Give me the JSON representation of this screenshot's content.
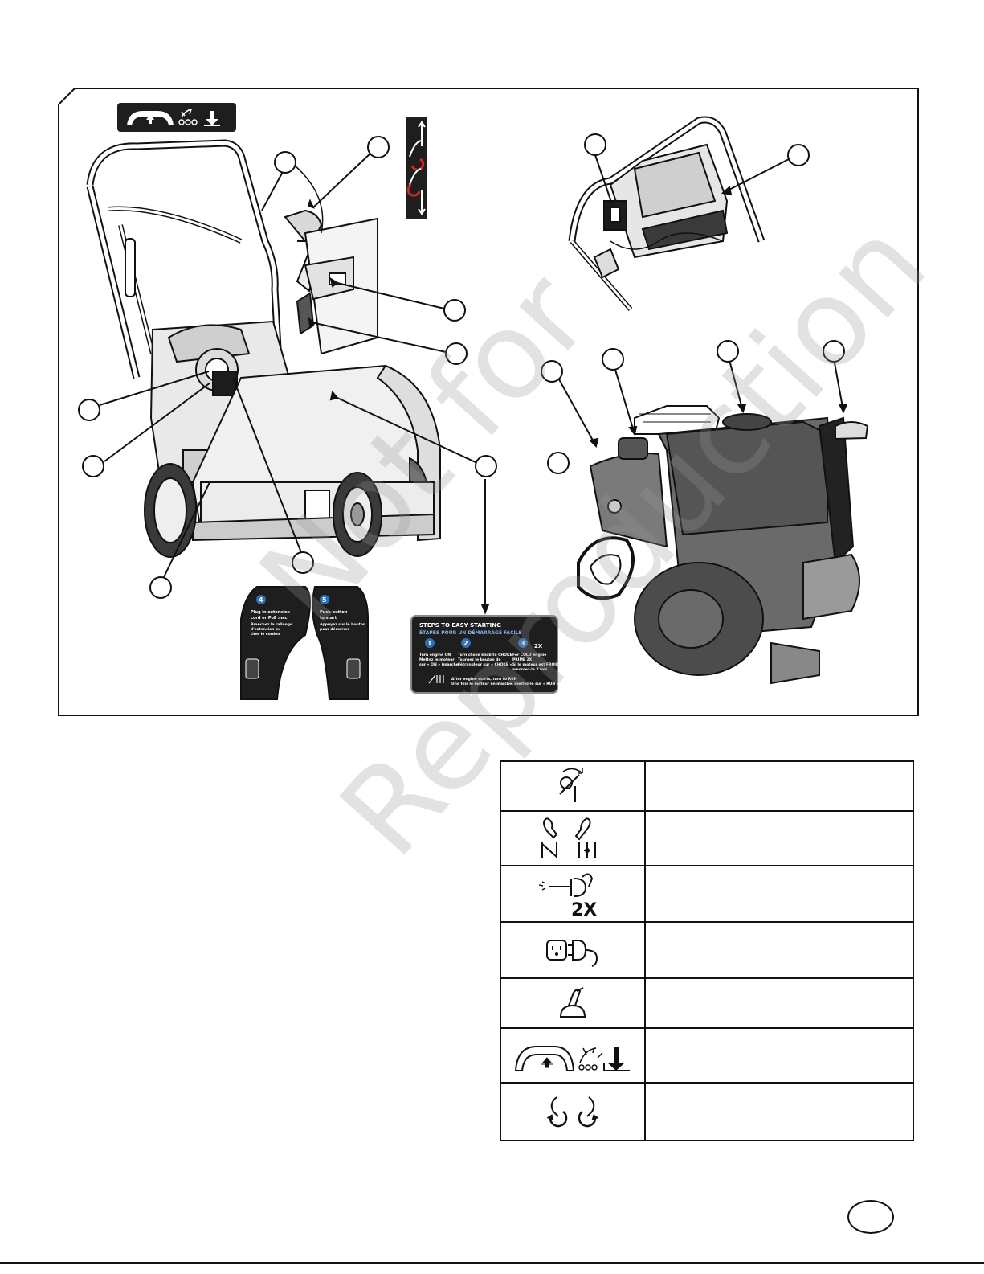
{
  "watermark": {
    "line1": "Not for",
    "line2": "Reproduction"
  },
  "start_label": {
    "title": "STEPS TO EASY STARTING",
    "title_fr": "ÉTAPES POUR UN DÉMARRAGE FACILE",
    "step1_num": "1",
    "step1_line1": "Turn engine ON",
    "step1_line2": "Mettez le moteur",
    "step1_line3": "sur « ON » (marche)",
    "step2_num": "2",
    "step2_line1": "Turn choke knob to CHOKE",
    "step2_line2": "Tournez le bouton de",
    "step2_line3": "l'étrangleur sur « CHOKE »",
    "step3_num": "3",
    "step3_mult": "2X",
    "step3_line1": "For COLD engine",
    "step3_line2": "PRIME 2X",
    "step3_line3": "Si le moteur est FROID",
    "step3_line4": "amorcez-le 2 fois",
    "run_line1": "After engine starts, turn to RUN",
    "run_line2": "Une fois le moteur en marche, mettez-le sur « RUN »"
  },
  "handle_decals": {
    "left_num": "4",
    "left_line1": "Plug in extension",
    "left_line2": "cord or PoE mac",
    "left_line3": "Branchez la rallonge",
    "left_line4": "d'extension ou",
    "left_line5": "tirer le cordon",
    "right_num": "5",
    "right_line1": "Push button",
    "right_line2": "to start",
    "right_line3": "Appuyez sur le bouton",
    "right_line4": "pour démarrer"
  },
  "legend_rows": [
    {
      "icon": "engine-on-off-icon",
      "mult": ""
    },
    {
      "icon": "choke-run-icon",
      "mult": ""
    },
    {
      "icon": "primer-icon",
      "mult": "2X"
    },
    {
      "icon": "electric-plug-icon",
      "mult": ""
    },
    {
      "icon": "push-button-start-icon",
      "mult": ""
    },
    {
      "icon": "auger-control-icon",
      "mult": ""
    },
    {
      "icon": "chute-rotation-icon",
      "mult": ""
    }
  ],
  "colors": {
    "ink": "#111111",
    "decal_bg": "#1e1e1e",
    "accent_blue": "#2f6fb5",
    "accent_red": "#d0242a"
  }
}
